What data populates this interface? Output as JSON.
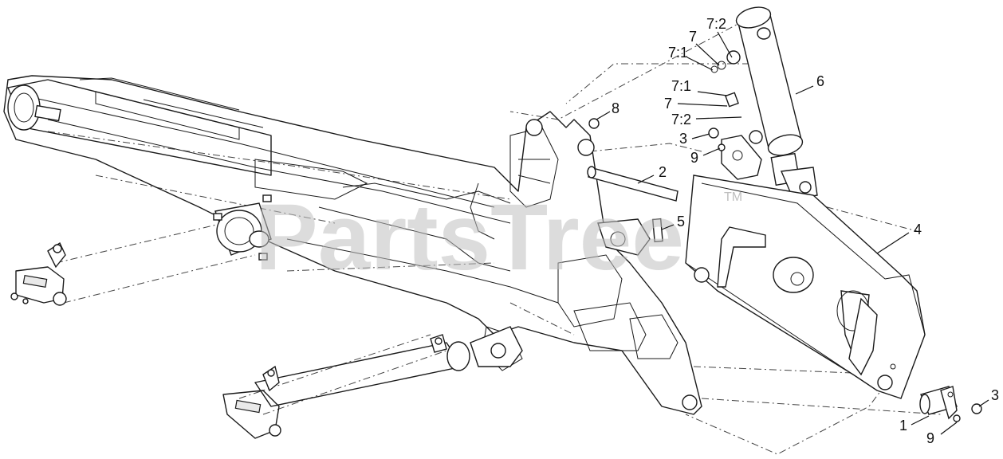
{
  "watermark": {
    "text": "PartsTree",
    "trademark": "TM"
  },
  "callouts": {
    "c72_top": "7:2",
    "c7_top": "7",
    "c71_top": "7:1",
    "c6": "6",
    "c71_mid": "7:1",
    "c7_mid": "7",
    "c8": "8",
    "c72_mid": "7:2",
    "c3_top": "3",
    "c9_top": "9",
    "c2": "2",
    "c5": "5",
    "c4": "4",
    "c3_bottom": "3",
    "c1": "1",
    "c9_bottom": "9"
  },
  "colors": {
    "line": "#1a1a1a",
    "watermark": "#bfbfbf",
    "background": "#ffffff"
  }
}
